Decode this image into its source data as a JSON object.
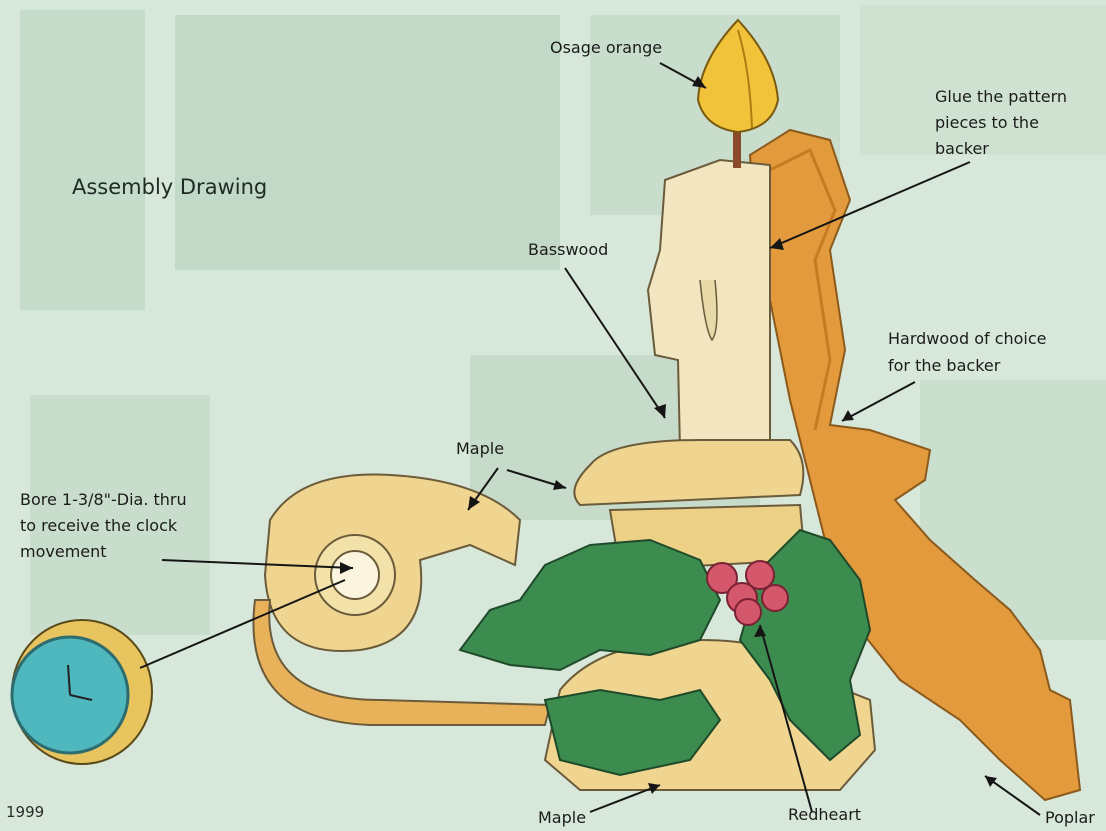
{
  "title": "Assembly Drawing",
  "labels": {
    "osage": "Osage orange",
    "glue_1": "Glue the pattern",
    "glue_2": "pieces to the",
    "glue_3": "backer",
    "basswood": "Basswood",
    "hardwood_1": "Hardwood of choice",
    "hardwood_2": "for the backer",
    "maple_top": "Maple",
    "bore_1": "Bore 1-3/8\"-Dia. thru",
    "bore_2": "to receive the clock",
    "bore_3": "movement",
    "maple_bottom": "Maple",
    "redheart": "Redheart",
    "poplar": "Poplar"
  },
  "footer_year": "1999",
  "colors": {
    "background": "#d7e8da",
    "backer": "#e39a3c",
    "maple": "#efd58f",
    "basswood": "#f1e6bf",
    "holly": "#3c8b4f",
    "berry": "#d4576c",
    "flame": "#f0c33a",
    "clock_face": "#4fb8bf"
  }
}
